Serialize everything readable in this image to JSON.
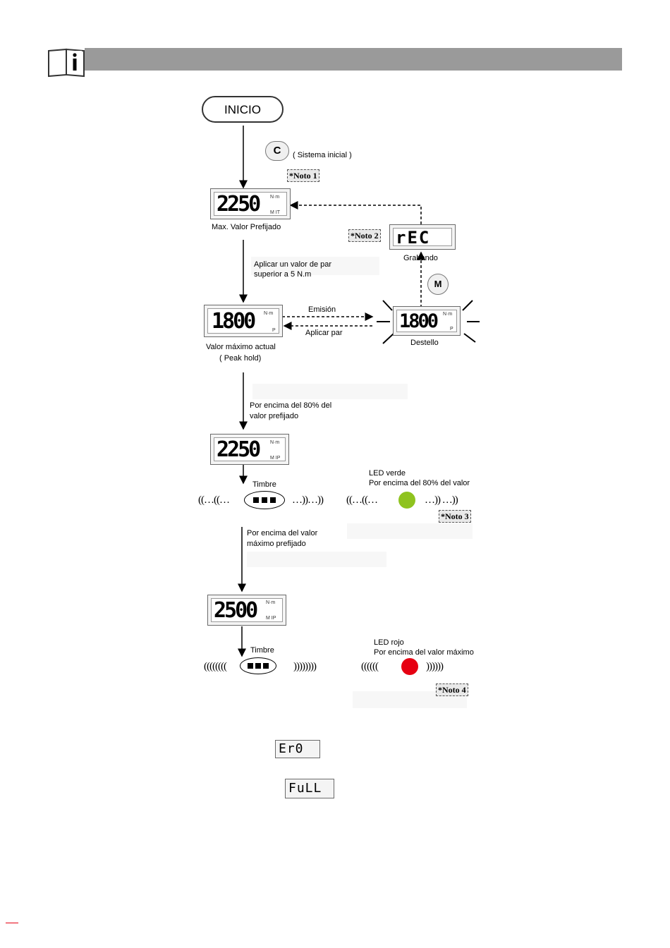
{
  "header": {
    "icon": "info-book-icon",
    "bar_color": "#9a9a9a"
  },
  "start": {
    "label": "INICIO"
  },
  "c_button": {
    "symbol": "C",
    "caption": "( Sistema inicial )"
  },
  "notes": {
    "n1": "*Noto 1",
    "n2": "*Noto 2",
    "n3": "*Noto 3",
    "n4": "*Noto 4"
  },
  "display_max": {
    "value": "2250",
    "unit_top": "N·m",
    "unit_bottom": "M IT",
    "caption": "Max. Valor Prefijado"
  },
  "display_rec": {
    "value": "rEC",
    "caption": "Grabando"
  },
  "m_button": {
    "symbol": "M"
  },
  "step_apply": {
    "line1": "Aplicar un valor de par",
    "line2": "superior a 5 N.m"
  },
  "display_peak": {
    "value": "1800",
    "unit_top": "N·m",
    "unit_bottom": "P",
    "line1": "Valor máximo actual",
    "line2": "( Peak hold)"
  },
  "arrows": {
    "emission": "Emisión",
    "apply": "Aplicar par"
  },
  "display_flash": {
    "value": "1800",
    "unit_top": "N·m",
    "unit_bottom": "P",
    "caption": "Destello"
  },
  "step_80": {
    "line1": "Por encima del 80% del",
    "line2": "valor prefijado"
  },
  "display_80": {
    "value": "2250",
    "unit_top": "N·m",
    "unit_bottom": "M IP"
  },
  "buzzer1": {
    "label": "Timbre",
    "left": "((…((…",
    "right": "…))…))"
  },
  "led_green": {
    "line1": "LED verde",
    "line2": "Por encima del 80% del valor",
    "left": "((…((…",
    "right": "…))  …))",
    "color": "#8fc31f"
  },
  "step_over": {
    "line1": "Por encima del valor",
    "line2": "máximo prefijado"
  },
  "display_over": {
    "value": "2500",
    "unit_top": "N·m",
    "unit_bottom": "M IP"
  },
  "buzzer2": {
    "label": "Timbre",
    "left": "((((((((",
    "right": "))))))))"
  },
  "led_red": {
    "line1": "LED rojo",
    "line2": "Por encima del valor máximo",
    "left": "((((((",
    "right": "))))))",
    "color": "#e60012"
  },
  "display_err": {
    "value": "Er0"
  },
  "display_full": {
    "value": "FuLL"
  }
}
